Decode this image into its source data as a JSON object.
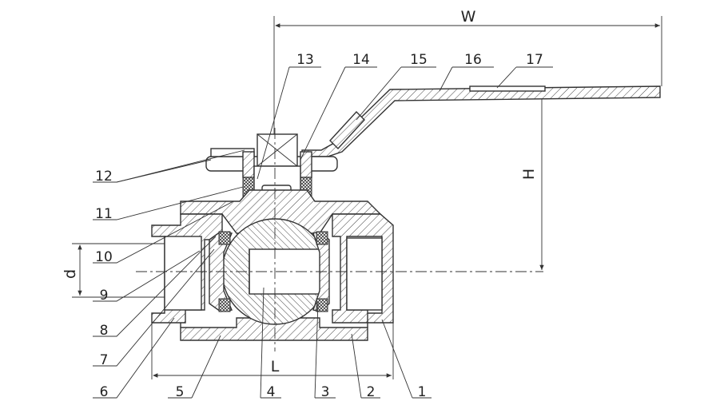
{
  "dimensions": {
    "width_label": "W",
    "height_label": "H",
    "length_label": "L",
    "diameter_label": "d"
  },
  "callouts": [
    "1",
    "2",
    "3",
    "4",
    "5",
    "6",
    "7",
    "8",
    "9",
    "10",
    "11",
    "12",
    "13",
    "14",
    "15",
    "16",
    "17"
  ],
  "colors": {
    "line": "#333333",
    "background": "#ffffff"
  }
}
